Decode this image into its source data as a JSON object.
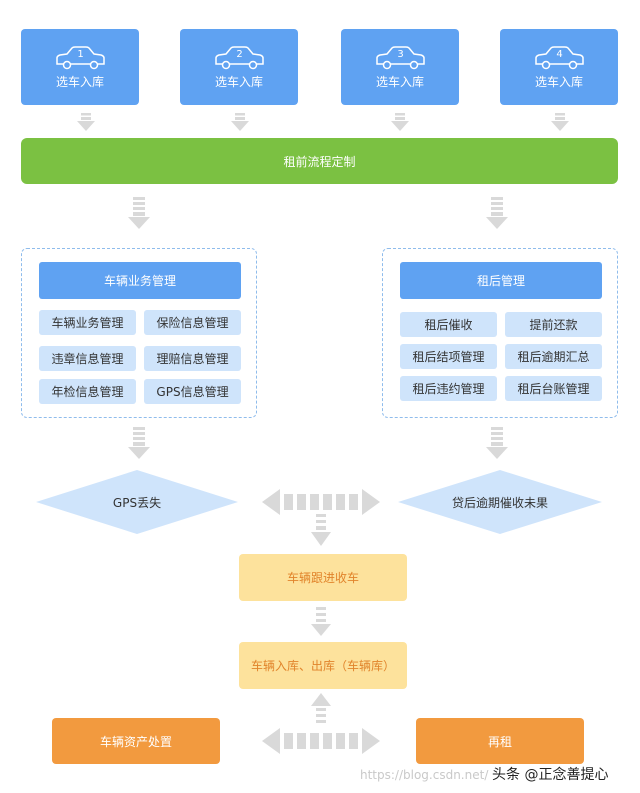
{
  "top_boxes": [
    {
      "num": "1",
      "label": "选车入库"
    },
    {
      "num": "2",
      "label": "选车入库"
    },
    {
      "num": "3",
      "label": "选车入库"
    },
    {
      "num": "4",
      "label": "选车入库"
    }
  ],
  "process_bar": "租前流程定制",
  "vehicle_panel": {
    "title": "车辆业务管理",
    "cells": [
      "车辆业务管理",
      "保险信息管理",
      "违章信息管理",
      "理赔信息管理",
      "年检信息管理",
      "GPS信息管理"
    ]
  },
  "after_panel": {
    "title": "租后管理",
    "cells": [
      "租后催收",
      "提前还款",
      "租后结项管理",
      "租后逾期汇总",
      "租后违约管理",
      "租后台账管理"
    ]
  },
  "diamonds": {
    "left": "GPS丢失",
    "right": "贷后逾期催收未果"
  },
  "follow_box": "车辆跟进收车",
  "storage_box": "车辆入库、出库（车辆库）",
  "bottom_boxes": {
    "left": "车辆资产处置",
    "right": "再租"
  },
  "watermark": "https://blog.csdn.net/",
  "brand": "头条 @正念善提心",
  "colors": {
    "blue": "#5fa2f2",
    "green": "#7bc142",
    "light_blue": "#cfe4fb",
    "yellow": "#fde29c",
    "orange": "#f29a3f",
    "arrow_gray": "#d9d9d9"
  }
}
